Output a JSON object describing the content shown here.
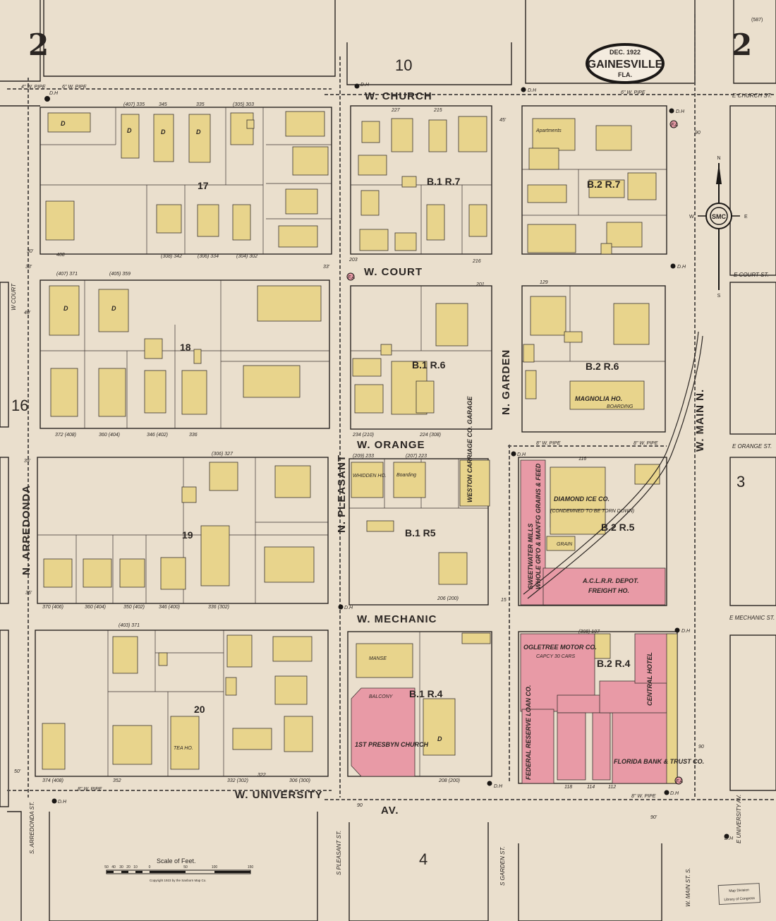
{
  "title_cartouche": {
    "date": "DEC. 1922",
    "city": "GAINESVILLE",
    "state": "FLA."
  },
  "sheet_number": "2",
  "colors": {
    "paper": "#eadfcd",
    "frame_dwelling": "#e8d48c",
    "brick": "#e89aa6",
    "line": "#2a2522"
  },
  "streets": {
    "w_church": "W. CHURCH",
    "w_court": "W. COURT",
    "w_orange": "W. ORANGE",
    "w_mechanic": "W. MECHANIC",
    "w_university": "W. UNIVERSITY",
    "av": "AV.",
    "n_arredonda": "N. ARREDONDA",
    "n_pleasant": "N. PLEASANT",
    "n_garden": "N. GARDEN",
    "w_main_n": "W. MAIN N.",
    "e_church": "E CHURCH ST.",
    "e_court": "E COURT ST.",
    "e_orange": "E ORANGE ST.",
    "e_mechanic": "E MECHANIC ST.",
    "e_university": "E UNIVERSITY AV.",
    "s_arredonda": "S. ARREDONDA ST.",
    "s_pleasant": "S PLEASANT ST.",
    "s_garden": "S GARDEN ST.",
    "w_main_s": "W. MAIN ST. S.",
    "w_court_small": "W COURT"
  },
  "blocks": {
    "b10": "10",
    "b17": "17",
    "b18": "18",
    "b19": "19",
    "b20": "20",
    "b16": "16",
    "b3": "3",
    "b4": "4",
    "b1r7": "B.1 R.7",
    "b2r7": "B.2 R.7",
    "b1r6": "B.1 R.6",
    "b2r6": "B.2 R.6",
    "b1r5": "B.1 R5",
    "b2r5": "B.2 R.5",
    "b1r4": "B.1 R.4",
    "b2r4": "B.2 R.4"
  },
  "buildings": {
    "sweetwater": "SWEETWATER MILLS",
    "sweetwater_sub": "WHOLE GR'O & MAN'FG GRAINS & FEED",
    "diamond_ice": "DIAMOND ICE CO.",
    "diamond_ice_note": "(CONDEMNED TO BE TORN DOWN)",
    "grain": "GRAIN",
    "aclrr": "A.C.L.R.R. DEPOT.",
    "freight": "FREIGHT HO.",
    "ogletree": "OGLETREE MOTOR CO.",
    "ogletree_note": "CAPCY 30 CARS",
    "central_hotel": "CENTRAL HOTEL",
    "florida_bank": "FLORIDA BANK & TRUST CO.",
    "federal_reserve": "FEDERAL RESERVE LOAN CO.",
    "presbyn": "1ST PRESBYN CHURCH",
    "balcony": "BALCONY",
    "manse": "MANSE",
    "weston": "WESTON CARRIAGE CO. GARAGE",
    "whidden": "WHIDDEN HO.",
    "boarding": "Boarding",
    "magnolia": "MAGNOLIA HO.",
    "magnolia_sub": "BOARDING",
    "apartments": "Apartments",
    "tea_ho": "TEA HO.",
    "dwelling": "D"
  },
  "utilities": {
    "pipe_6": "6\" W. PIPE",
    "pipe_8": "8\" W. PIPE",
    "pipe_4": "4\" W. PIPE",
    "dh": "D.H",
    "fa": "F.A"
  },
  "addresses": [
    "(407) 335",
    "345",
    "335",
    "(305) 303",
    "227",
    "215",
    "408",
    "(308) 342",
    "(306) 334",
    "(304) 302",
    "203",
    "216",
    "(407) 371",
    "(405) 359",
    "201",
    "129",
    "372 (408)",
    "360 (404)",
    "346 (402)",
    "336",
    "234 (210)",
    "224 (308)",
    "(306) 327",
    "(209) 233",
    "(207) 223",
    "116",
    "370 (406)",
    "360 (404)",
    "350 (402)",
    "346 (400)",
    "336 (302)",
    "(403) 371",
    "(308) 107",
    "374 (408)",
    "352",
    "332 (302)",
    "322",
    "306 (300)",
    "118",
    "114",
    "112",
    "206 (200)",
    "208 (200)"
  ],
  "dims": {
    "d30": "30'",
    "d33": "33'",
    "d40": "40'",
    "d35": "35'",
    "d45": "45'",
    "d15": "15",
    "d90": "90'",
    "d90b": "90",
    "d50": "50'"
  },
  "scale": {
    "title": "Scale of Feet.",
    "ticks": [
      "50",
      "40",
      "30",
      "20",
      "10",
      "0",
      "50",
      "100",
      "150"
    ],
    "copyright": "Copyright 1923 by the Sanborn Map Co."
  },
  "compass": {
    "n": "N",
    "s": "S",
    "e": "E",
    "w": "W"
  },
  "stamp": {
    "line1": "Map Division",
    "line2": "Library of Congress"
  },
  "corner_note": "(587)"
}
